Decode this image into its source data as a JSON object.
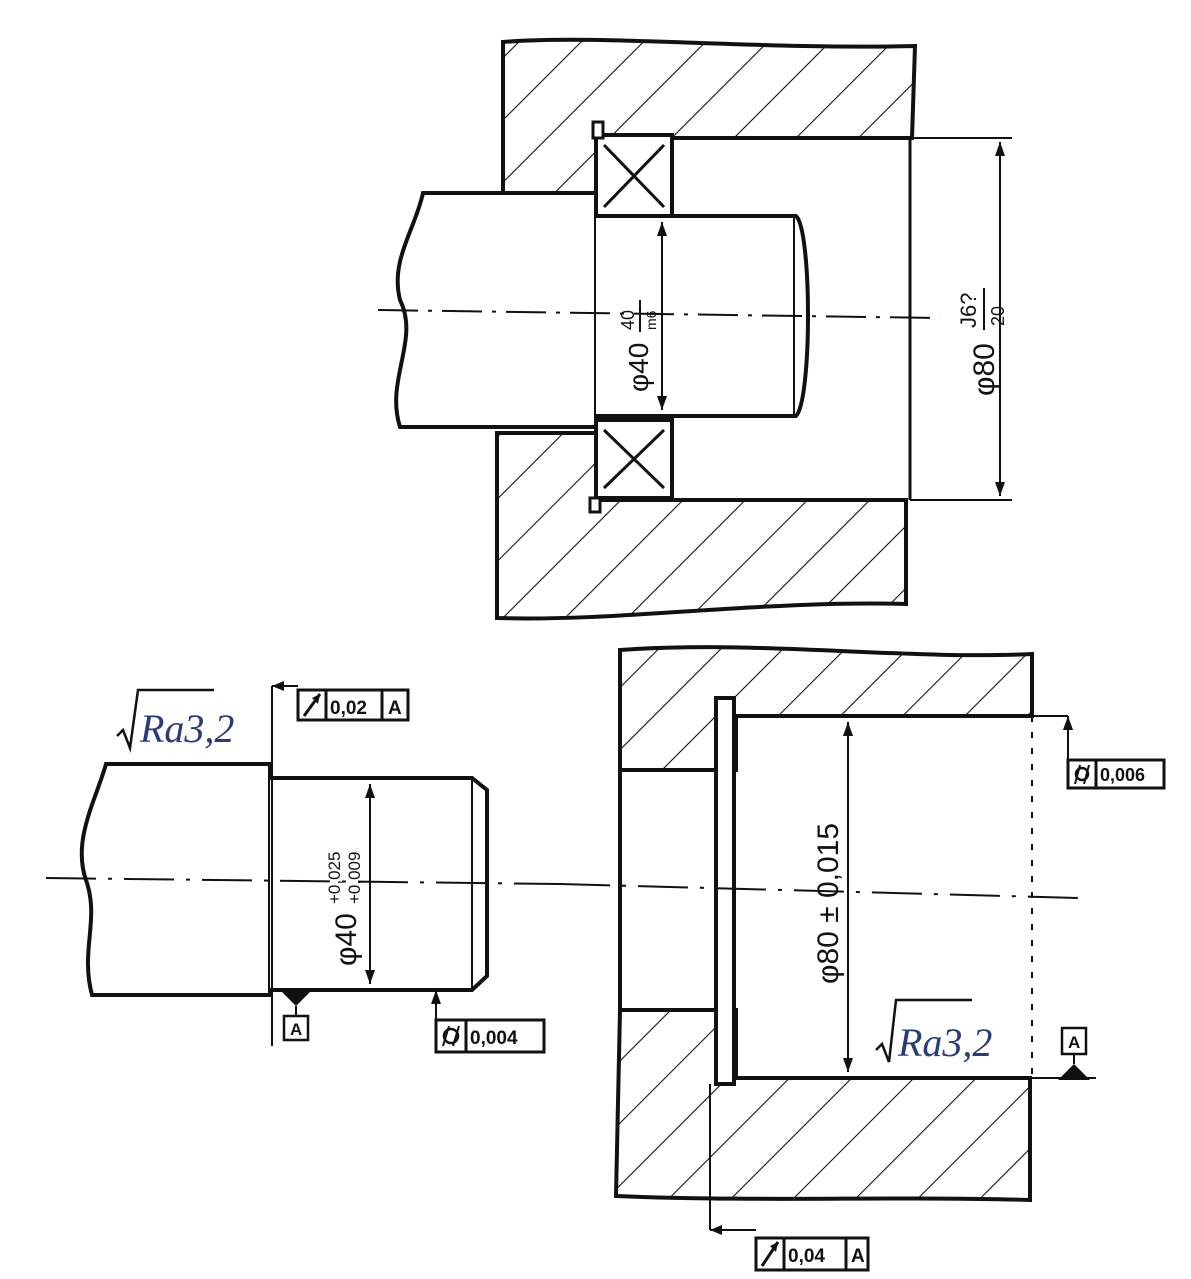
{
  "assembly": {
    "shaft_fit_main": "φ40",
    "shaft_fit_num": "40",
    "shaft_fit_den": "m6",
    "bore_fit_main": "φ80",
    "bore_fit_num": "J6?",
    "bore_fit_den": "20"
  },
  "shaft": {
    "diameter_main": "φ40",
    "diameter_upper": "+0,025",
    "diameter_lower": "+0,009",
    "roughness": "Ra3,2",
    "runout_value": "0,02",
    "runout_datum": "A",
    "cylindricity_value": "0,004",
    "datum_label": "A"
  },
  "housing": {
    "diameter": "φ80 ± 0,015",
    "roughness": "Ra3,2",
    "cylindricity_value": "0,006",
    "datum_label": "A",
    "runout_value": "0,04",
    "runout_datum": "A"
  },
  "colors": {
    "ink": "#111111",
    "roughness_text": "#2a3b7a"
  }
}
